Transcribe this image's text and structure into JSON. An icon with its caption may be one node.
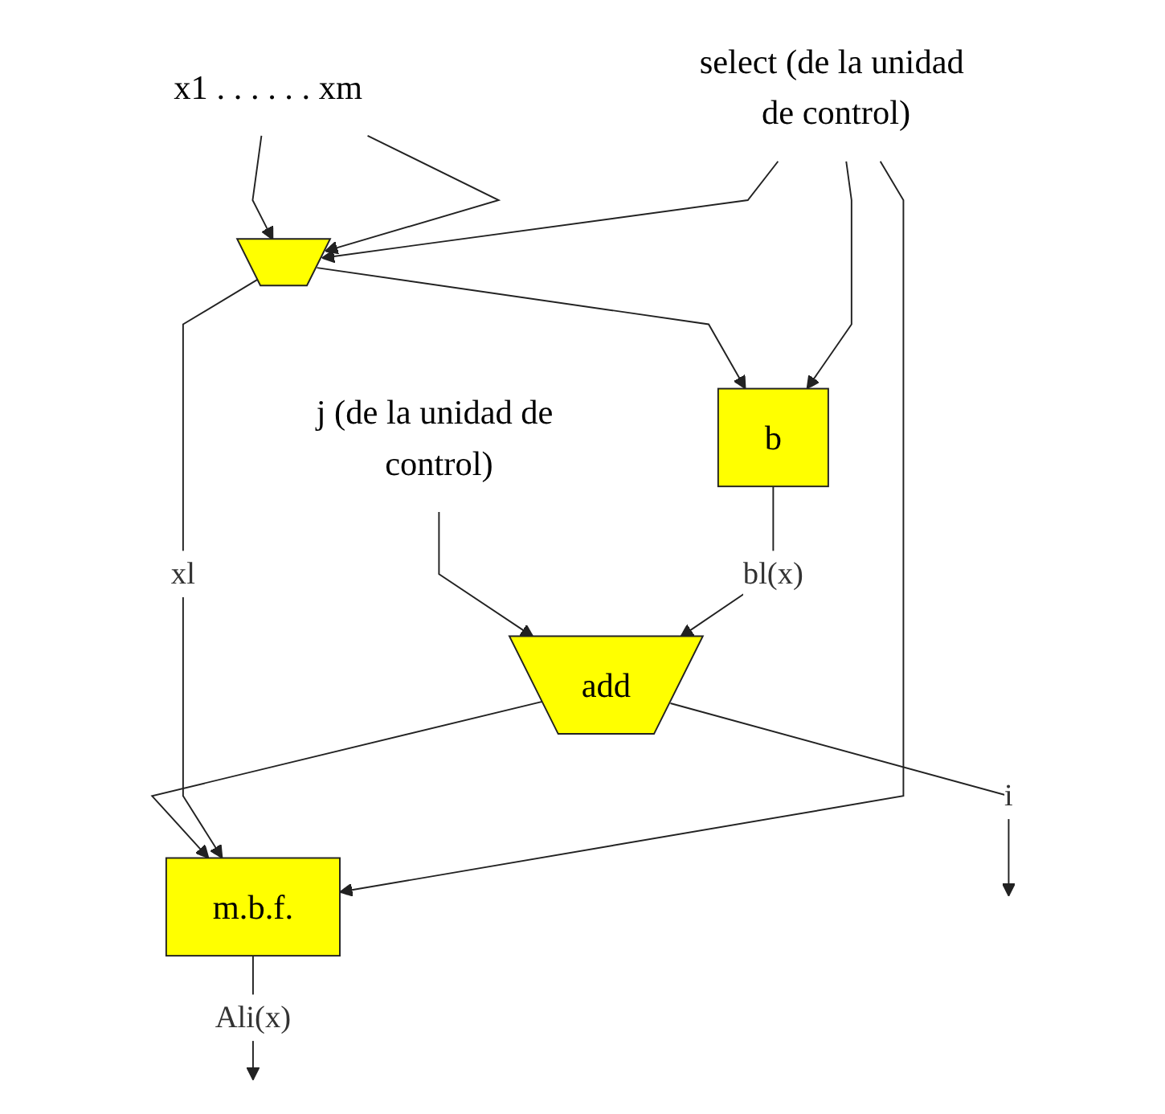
{
  "diagram": {
    "nodes": [
      {
        "text": [
          "select (de la unidad de control)"
        ]
      },
      {
        "text": [
          "x1 . . . . . . xm"
        ]
      },
      {
        "text": [],
        "shape": "trapezoid"
      },
      {
        "text": [
          "b"
        ]
      },
      {
        "text": [
          "m.b.f."
        ]
      },
      {
        "text": [
          "j (de la unidad de control)"
        ]
      },
      {
        "text": [
          "add"
        ]
      }
    ],
    "edges": [
      {
        "from": 0,
        "to": 2,
        "arrow": "to"
      },
      {
        "from": 0,
        "to": 3,
        "arrow": "to"
      },
      {
        "from": 0,
        "to": 4,
        "arrow": "to"
      },
      {
        "from": 1,
        "to": 2,
        "arrow": "to"
      },
      {
        "from": 1,
        "to": 2,
        "arrow": "to"
      },
      {
        "from": 2,
        "to": 4,
        "arrow": "to",
        "label": "xl"
      },
      {
        "from": 2,
        "to": 3,
        "arrow": "to"
      },
      {
        "from": 3,
        "to": 6,
        "arrow": "to",
        "label": "bl(x)"
      },
      {
        "from": 5,
        "to": 6,
        "arrow": "to"
      },
      {
        "from": 6,
        "to": null,
        "arrow": "to",
        "label": "i"
      },
      {
        "from": 6,
        "to": 4,
        "arrow": "to"
      },
      {
        "from": 4,
        "to": null,
        "arrow": "to",
        "label": "Ali(x)"
      }
    ]
  }
}
